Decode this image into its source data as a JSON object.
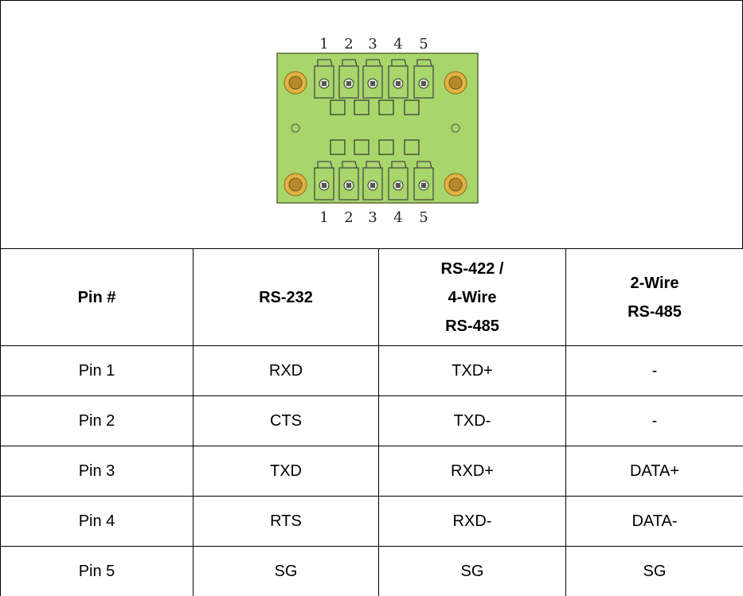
{
  "board": {
    "top_numbers": [
      "1",
      "2",
      "3",
      "4",
      "5"
    ],
    "bottom_numbers": [
      "1",
      "2",
      "3",
      "4",
      "5"
    ],
    "colors": {
      "pcb": "#a8d66a",
      "pcb_edge": "#5c6b3c",
      "pad": "#e3b243",
      "pad_inner": "#b58a2a",
      "terminal_fill": "#a8d66a",
      "terminal_stroke": "#4a4a4a"
    }
  },
  "table": {
    "headers": [
      [
        "Pin #"
      ],
      [
        "RS-232"
      ],
      [
        "RS-422 /",
        "4-Wire",
        "RS-485"
      ],
      [
        "2-Wire",
        "RS-485"
      ]
    ],
    "rows": [
      [
        "Pin 1",
        "RXD",
        "TXD+",
        "-"
      ],
      [
        "Pin 2",
        "CTS",
        "TXD-",
        "-"
      ],
      [
        "Pin 3",
        "TXD",
        "RXD+",
        "DATA+"
      ],
      [
        "Pin 4",
        "RTS",
        "RXD-",
        "DATA-"
      ],
      [
        "Pin 5",
        "SG",
        "SG",
        "SG"
      ]
    ]
  }
}
